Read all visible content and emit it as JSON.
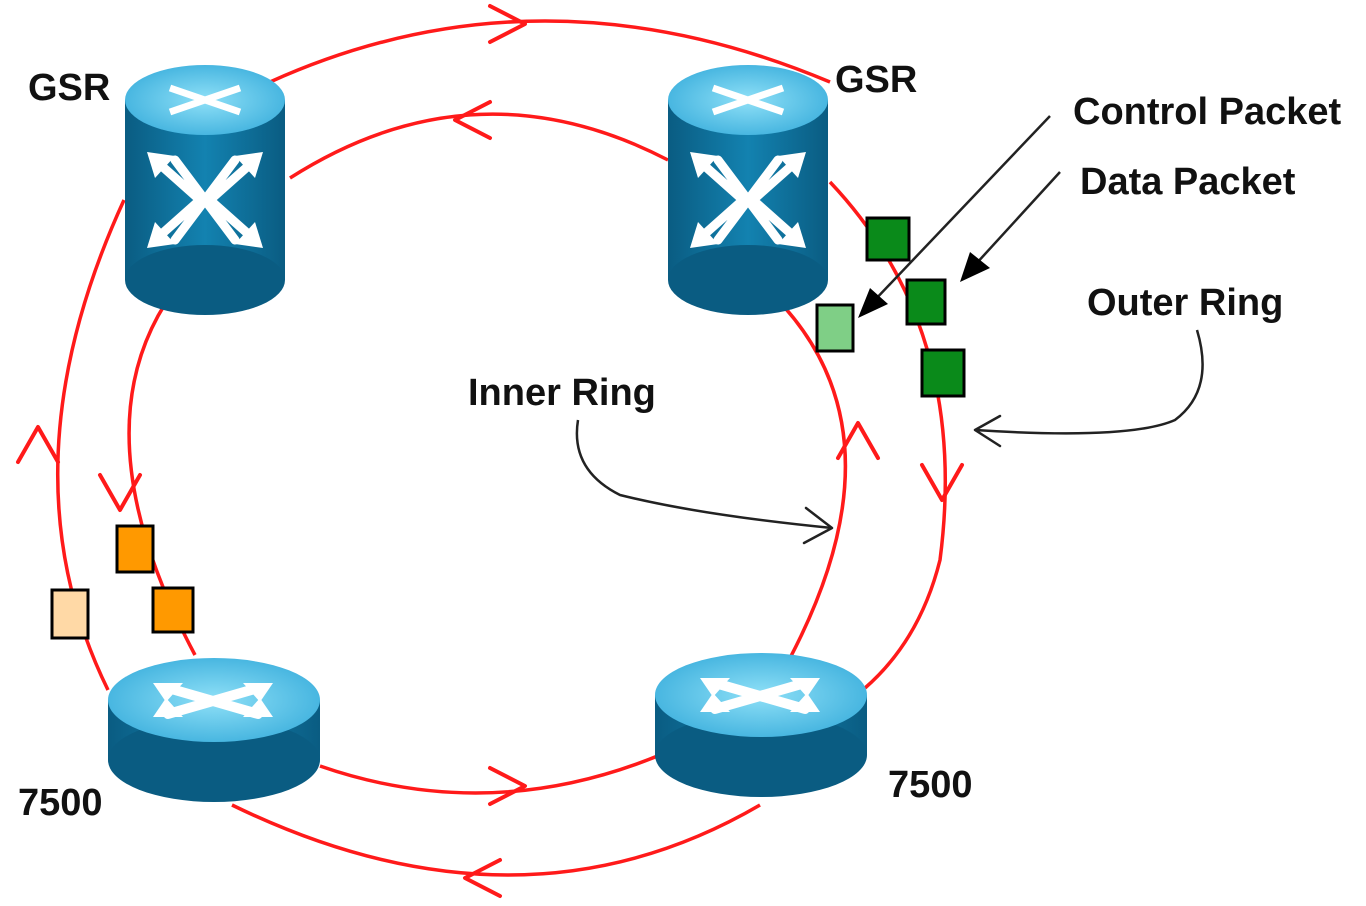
{
  "colors": {
    "ring": "#ff1a1a",
    "router_body": "#0f6e97",
    "router_top": "#5ec8ee",
    "router_arrows": "#ffffff",
    "control_packet_green": "#7fcf86",
    "data_packet_green": "#0a8a1a",
    "control_packet_orange": "#ffd9a6",
    "data_packet_orange": "#ff9900"
  },
  "nodes": {
    "top_left": {
      "label": "GSR",
      "icon": "switch-router-icon"
    },
    "top_right": {
      "label": "GSR",
      "icon": "switch-router-icon"
    },
    "bottom_left": {
      "label": "7500",
      "icon": "router-icon"
    },
    "bottom_right": {
      "label": "7500",
      "icon": "router-icon"
    }
  },
  "annotations": {
    "control_packet": "Control Packet",
    "data_packet": "Data Packet",
    "outer_ring": "Outer Ring",
    "inner_ring": "Inner Ring"
  }
}
